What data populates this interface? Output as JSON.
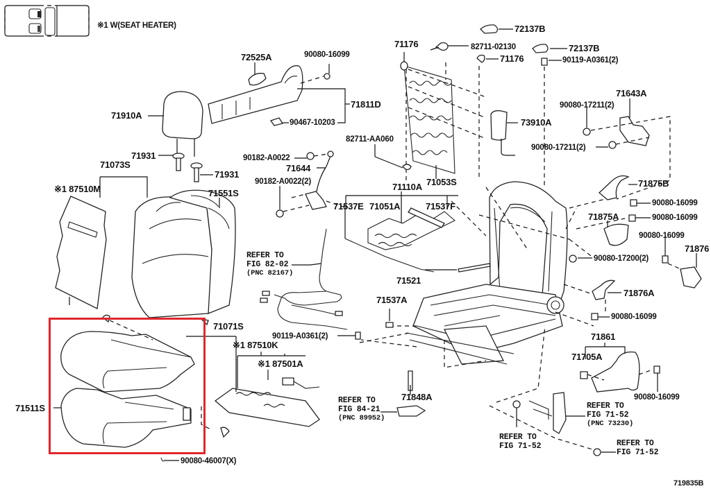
{
  "diagram": {
    "title": "Front Seat Assembly Parts Diagram",
    "figure_id": "719835B",
    "legend": {
      "note_symbol": "※1",
      "note_text": "※1 W(SEAT HEATER)"
    },
    "highlight": {
      "color": "#e0262b",
      "part": "71511S"
    },
    "labels": {
      "p72137B_a": "72137B",
      "p72137B_b": "72137B",
      "p82711_02130": "82711-02130",
      "p71176_a": "71176",
      "p71176_b": "71176",
      "p90119_A0361_top": "90119-A0361(2)",
      "p72525A": "72525A",
      "p90080_16099_top": "90080-16099",
      "p71811D": "71811D",
      "p90467_10203": "90467-10203",
      "p71910A": "71910A",
      "p71643A": "71643A",
      "p90080_17211_a": "90080-17211(2)",
      "p90080_17211_b": "90080-17211(2)",
      "p73910A": "73910A",
      "p82711_AA060": "82711-AA060",
      "p90182_A0022": "90182-A0022",
      "p71644": "71644",
      "p90182_A0022_2": "90182-A0022(2)",
      "p71053S": "71053S",
      "p71931_a": "71931",
      "p71931_b": "71931",
      "p71073S": "71073S",
      "p87510M": "※1 87510M",
      "p71551S": "71551S",
      "p71110A": "71110A",
      "p71537E": "71537E",
      "p71051A": "71051A",
      "p71537F": "71537F",
      "p71875B": "71875B",
      "p90080_16099_r1": "90080-16099",
      "p71875A": "71875A",
      "p90080_16099_r2": "90080-16099",
      "p90080_16099_r3": "90080-16099",
      "p71876": "71876",
      "p90080_17200": "90080-17200(2)",
      "p71521": "71521",
      "p71876A": "71876A",
      "p90080_16099_r4": "90080-16099",
      "p71537A": "71537A",
      "p71071S": "71071S",
      "p90119_A0361_mid": "90119-A0361(2)",
      "p87510K": "※1 87510K",
      "p87501A": "※1 87501A",
      "p71861": "71861",
      "p71705A": "71705A",
      "p90080_16099_r5": "90080-16099",
      "p71848A": "71848A",
      "p71511S": "71511S",
      "p90080_46007": "90080-46007(X)"
    },
    "references": {
      "fig82_02": [
        "REFER TO",
        "FIG 82-02",
        "(PNC 82167)"
      ],
      "fig84_21": [
        "REFER TO",
        "FIG 84-21",
        "(PNC 89952)"
      ],
      "fig71_52_belt": [
        "REFER TO",
        "FIG 71-52",
        "(PNC 73230)"
      ],
      "fig71_52_left": [
        "REFER TO",
        "FIG 71-52"
      ],
      "fig71_52_right": [
        "REFER TO",
        "FIG 71-52"
      ]
    }
  }
}
